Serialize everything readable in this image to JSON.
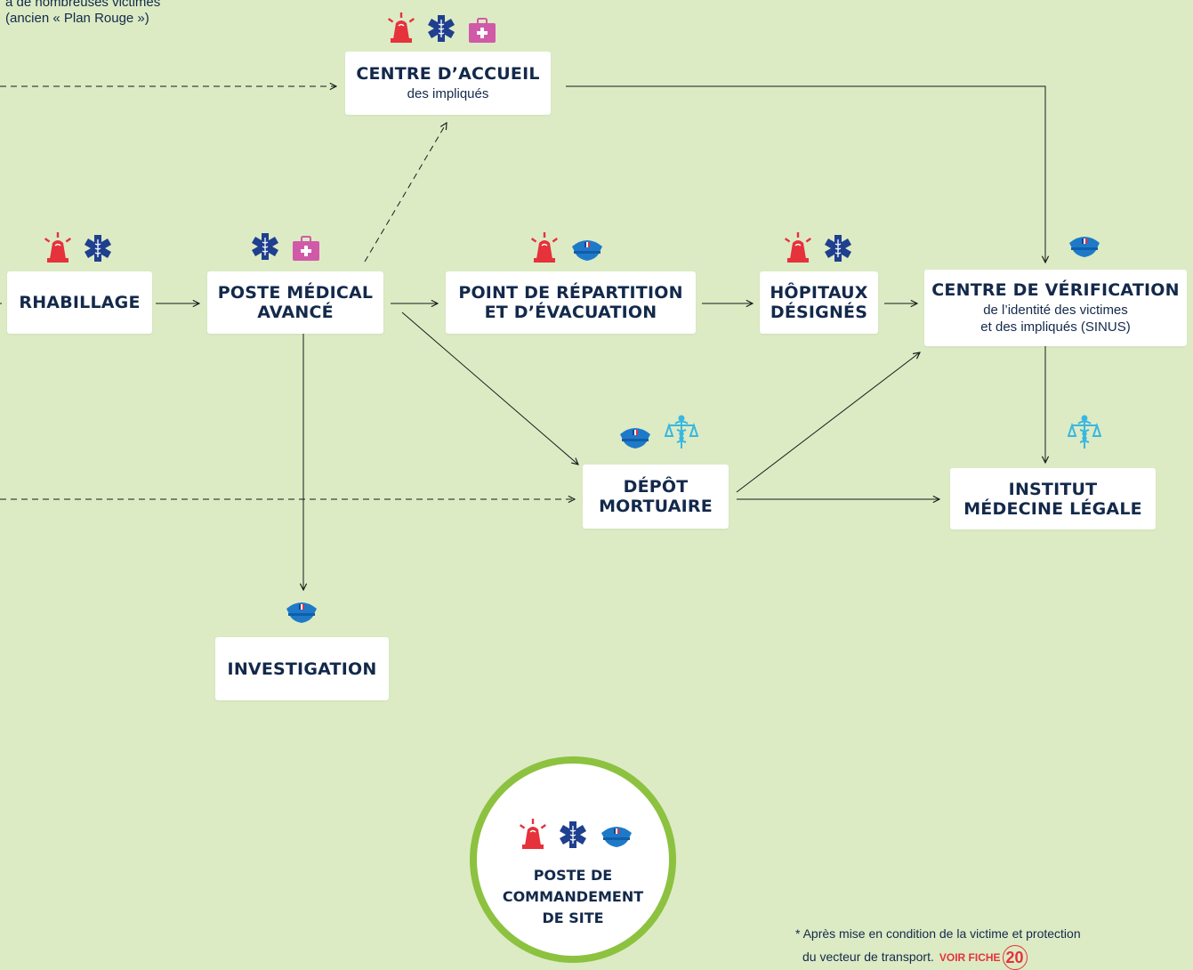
{
  "header_note": "à de nombreuses victimes\n(ancien « Plan Rouge »)",
  "colors": {
    "background": "#dcebc4",
    "node_text": "#13294b",
    "siren_red": "#e5323b",
    "star_of_life_blue": "#1f3f8f",
    "medical_bag_pink": "#d05aa8",
    "police_cap_blue": "#1e7ac8",
    "forensic_cyan": "#3ab7e0",
    "command_green": "#8cc23f"
  },
  "nodes": {
    "centre_accueil": {
      "title": "CENTRE D’ACCUEIL",
      "subtitle": "des impliqués",
      "icons": [
        "siren-icon",
        "star-of-life-icon",
        "medical-bag-icon"
      ]
    },
    "rhabillage": {
      "title": "RHABILLAGE",
      "icons": [
        "siren-icon",
        "star-of-life-icon"
      ]
    },
    "poste_medical": {
      "title": "POSTE MÉDICAL\nAVANCÉ",
      "icons": [
        "star-of-life-icon",
        "medical-bag-icon"
      ]
    },
    "point_repartition": {
      "title": "POINT DE RÉPARTITION\nET D’ÉVACUATION",
      "icons": [
        "siren-icon",
        "police-cap-icon"
      ]
    },
    "hopitaux": {
      "title": "HÔPITAUX\nDÉSIGNÉS",
      "icons": [
        "siren-icon",
        "star-of-life-icon"
      ]
    },
    "centre_verification": {
      "title": "CENTRE DE VÉRIFICATION",
      "subtitle": "de l’identité des victimes\net des impliqués (SINUS)",
      "icons": [
        "police-cap-icon"
      ]
    },
    "depot_mortuaire": {
      "title": "DÉPÔT\nMORTUAIRE",
      "icons": [
        "police-cap-icon",
        "caduceus-scales-icon"
      ]
    },
    "institut": {
      "title": "INSTITUT\nMÉDECINE LÉGALE",
      "icons": [
        "caduceus-scales-icon"
      ]
    },
    "investigation": {
      "title": "INVESTIGATION",
      "icons": [
        "police-cap-icon"
      ]
    }
  },
  "command_post": {
    "title": "POSTE DE\nCOMMANDEMENT\nDE SITE",
    "icons": [
      "siren-icon",
      "star-of-life-icon",
      "police-cap-icon"
    ]
  },
  "footnote": {
    "line1": "* Après mise en condition de la victime et protection",
    "line2": "du vecteur de transport.",
    "link_label": "VOIR FICHE",
    "fiche_number": "20"
  }
}
